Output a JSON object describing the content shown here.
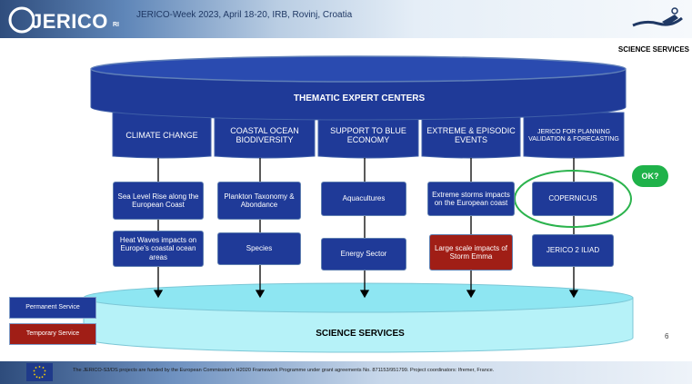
{
  "header": {
    "event": "JERICO-Week 2023, April 18-20, IRB, Rovinj, Croatia",
    "logo_name": "JERICO",
    "logo_suffix": "RI",
    "section": "SCIENCE SERVICES"
  },
  "diagram": {
    "top_cylinder_label": "THEMATIC EXPERT CENTERS",
    "columns": [
      {
        "header": "CLIMATE CHANGE",
        "boxes": [
          {
            "text": "Sea Level Rise along the European Coast",
            "type": "permanent"
          },
          {
            "text": "Heat Waves impacts on Europe's coastal ocean areas",
            "type": "permanent"
          }
        ]
      },
      {
        "header": "COASTAL OCEAN BIODIVERSITY",
        "boxes": [
          {
            "text": "Plankton Taxonomy & Abondance",
            "type": "permanent"
          },
          {
            "text": "Species",
            "type": "permanent"
          }
        ]
      },
      {
        "header": "SUPPORT TO BLUE ECONOMY",
        "boxes": [
          {
            "text": "Aquacultures",
            "type": "permanent"
          },
          {
            "text": "Energy Sector",
            "type": "permanent"
          }
        ]
      },
      {
        "header": "EXTREME & EPISODIC EVENTS",
        "boxes": [
          {
            "text": "Extreme storms impacts on the European coast",
            "type": "permanent"
          },
          {
            "text": "Large scale impacts of Storm Emma",
            "type": "temporary"
          }
        ]
      },
      {
        "header": "JERICO FOR PLANNING VALIDATION & FORECASTING",
        "boxes": [
          {
            "text": "COPERNICUS",
            "type": "permanent"
          },
          {
            "text": "JERICO 2 ILIAD",
            "type": "permanent"
          }
        ]
      }
    ],
    "bottom_cylinder_label": "SCIENCE SERVICES",
    "annotation": "OK?",
    "legend": {
      "permanent": "Permanent Service",
      "temporary": "Temporary Service"
    }
  },
  "footer": {
    "funding_text": "The JERICO-S3/DS projects are funded by the European Commission's H2020 Framework Programme under grant agreements No. 871153/951799. Project coordinators: Ifremer, France."
  },
  "page_number": "6",
  "colors": {
    "permanent": "#1f3a98",
    "temporary": "#a01e16",
    "annotation_green": "#1fb24a",
    "bottom_cylinder": "#b6f2f8"
  }
}
